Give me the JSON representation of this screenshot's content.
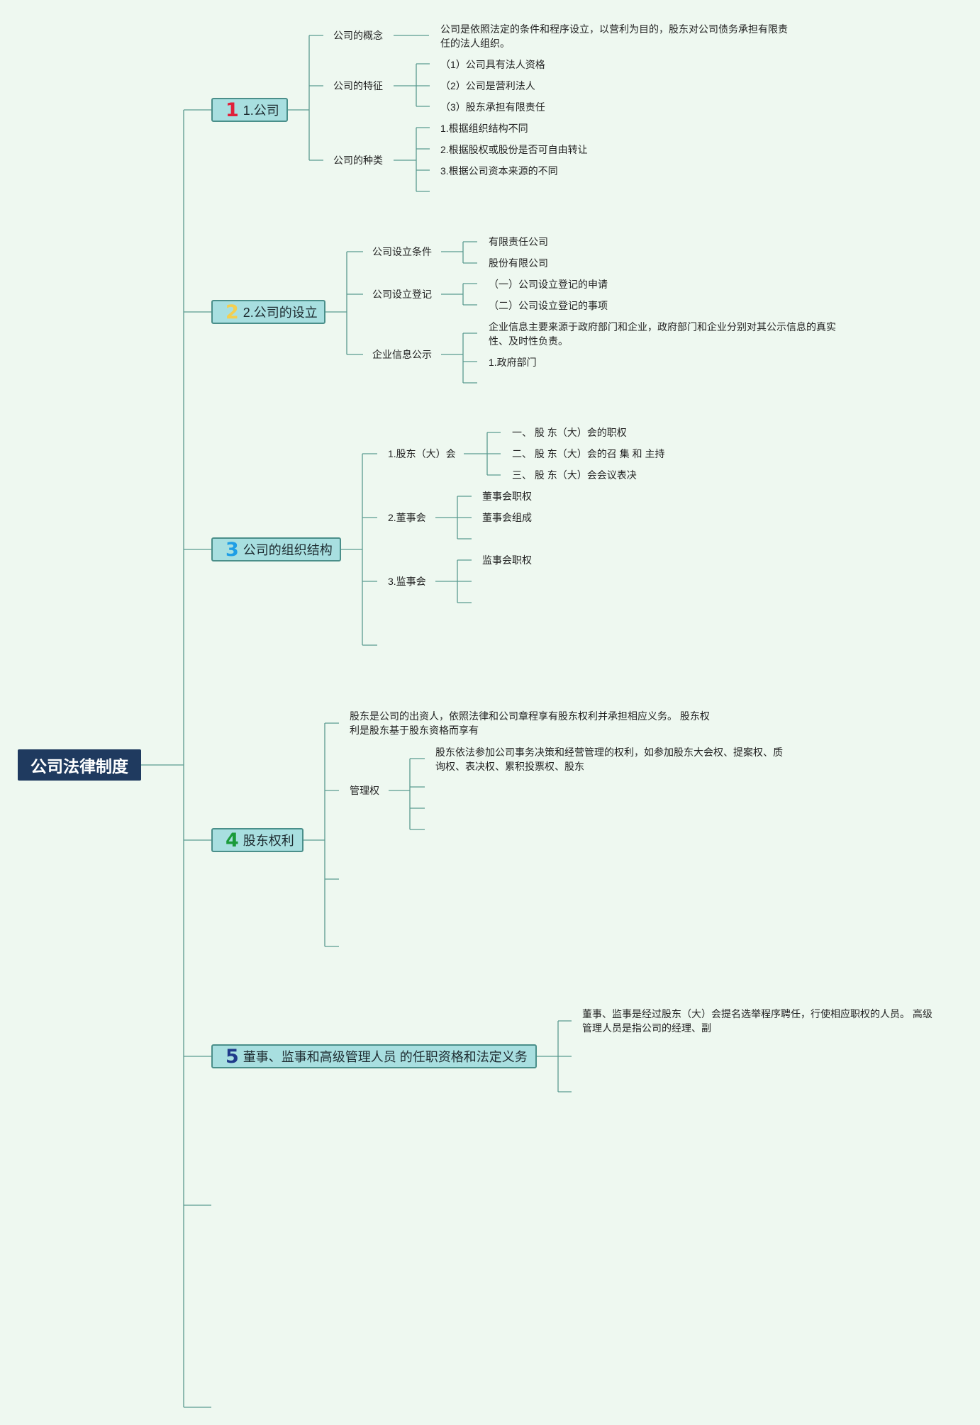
{
  "root": {
    "label": "公司法律制度"
  },
  "colors": {
    "n1": "#e0203a",
    "n2": "#f3cf4f",
    "n3": "#1e9ee6",
    "n4": "#1a9b3a",
    "n5": "#1f3a8a"
  },
  "sections": [
    {
      "num": "1",
      "label": "1.公司",
      "children": [
        {
          "label": "公司的概念",
          "desc": "公司是依照法定的条件和程序设立，以营利为目的，股东对公司债务承担有限责任的法人组织。"
        },
        {
          "label": "公司的特征",
          "items": [
            "（1）公司具有法人资格",
            "（2）公司是营利法人",
            "（3）股东承担有限责任"
          ]
        },
        {
          "label": "公司的种类",
          "items": [
            "1.根据组织结构不同",
            "2.根据股权或股份是否可自由转让",
            "3.根据公司资本来源的不同"
          ]
        }
      ]
    },
    {
      "num": "2",
      "label": "2.公司的设立",
      "children": [
        {
          "label": "公司设立条件",
          "items": [
            "有限责任公司",
            "股份有限公司"
          ]
        },
        {
          "label": "公司设立登记",
          "items": [
            "（一）公司设立登记的申请",
            "（二）公司设立登记的事项"
          ]
        },
        {
          "label": "企业信息公示",
          "items": [
            "企业信息主要来源于政府部门和企业，政府部门和企业分别对其公示信息的真实性、及时性负责。",
            "1.政府部门"
          ]
        }
      ]
    },
    {
      "num": "3",
      "label": "公司的组织结构",
      "children": [
        {
          "label": "1.股东（大）会",
          "items": [
            "一、 股 东（大）会的职权",
            "二、 股 东（大）会的召 集 和 主持",
            "三、 股 东（大）会会议表决"
          ]
        },
        {
          "label": "2.董事会",
          "items": [
            "董事会职权",
            "董事会组成"
          ]
        },
        {
          "label": "3.监事会",
          "items": [
            "监事会职权"
          ]
        }
      ]
    },
    {
      "num": "4",
      "label": "股东权利",
      "children": [
        {
          "label": "股东是公司的出资人，依照法律和公司章程享有股东权利并承担相应义务。 股东权利是股东基于股东资格而享有"
        },
        {
          "label": "管理权",
          "items": [
            "股东依法参加公司事务决策和经营管理的权利，如参加股东大会权、提案权、质询权、表决权、累积投票权、股东"
          ]
        }
      ]
    },
    {
      "num": "5",
      "label": "董事、监事和高级管理人员 的任职资格和法定义务",
      "children": [
        {
          "label": "董事、监事是经过股东（大）会提名选举程序聘任，行使相应职权的人员。 高级管理人员是指公司的经理、副"
        }
      ]
    }
  ]
}
